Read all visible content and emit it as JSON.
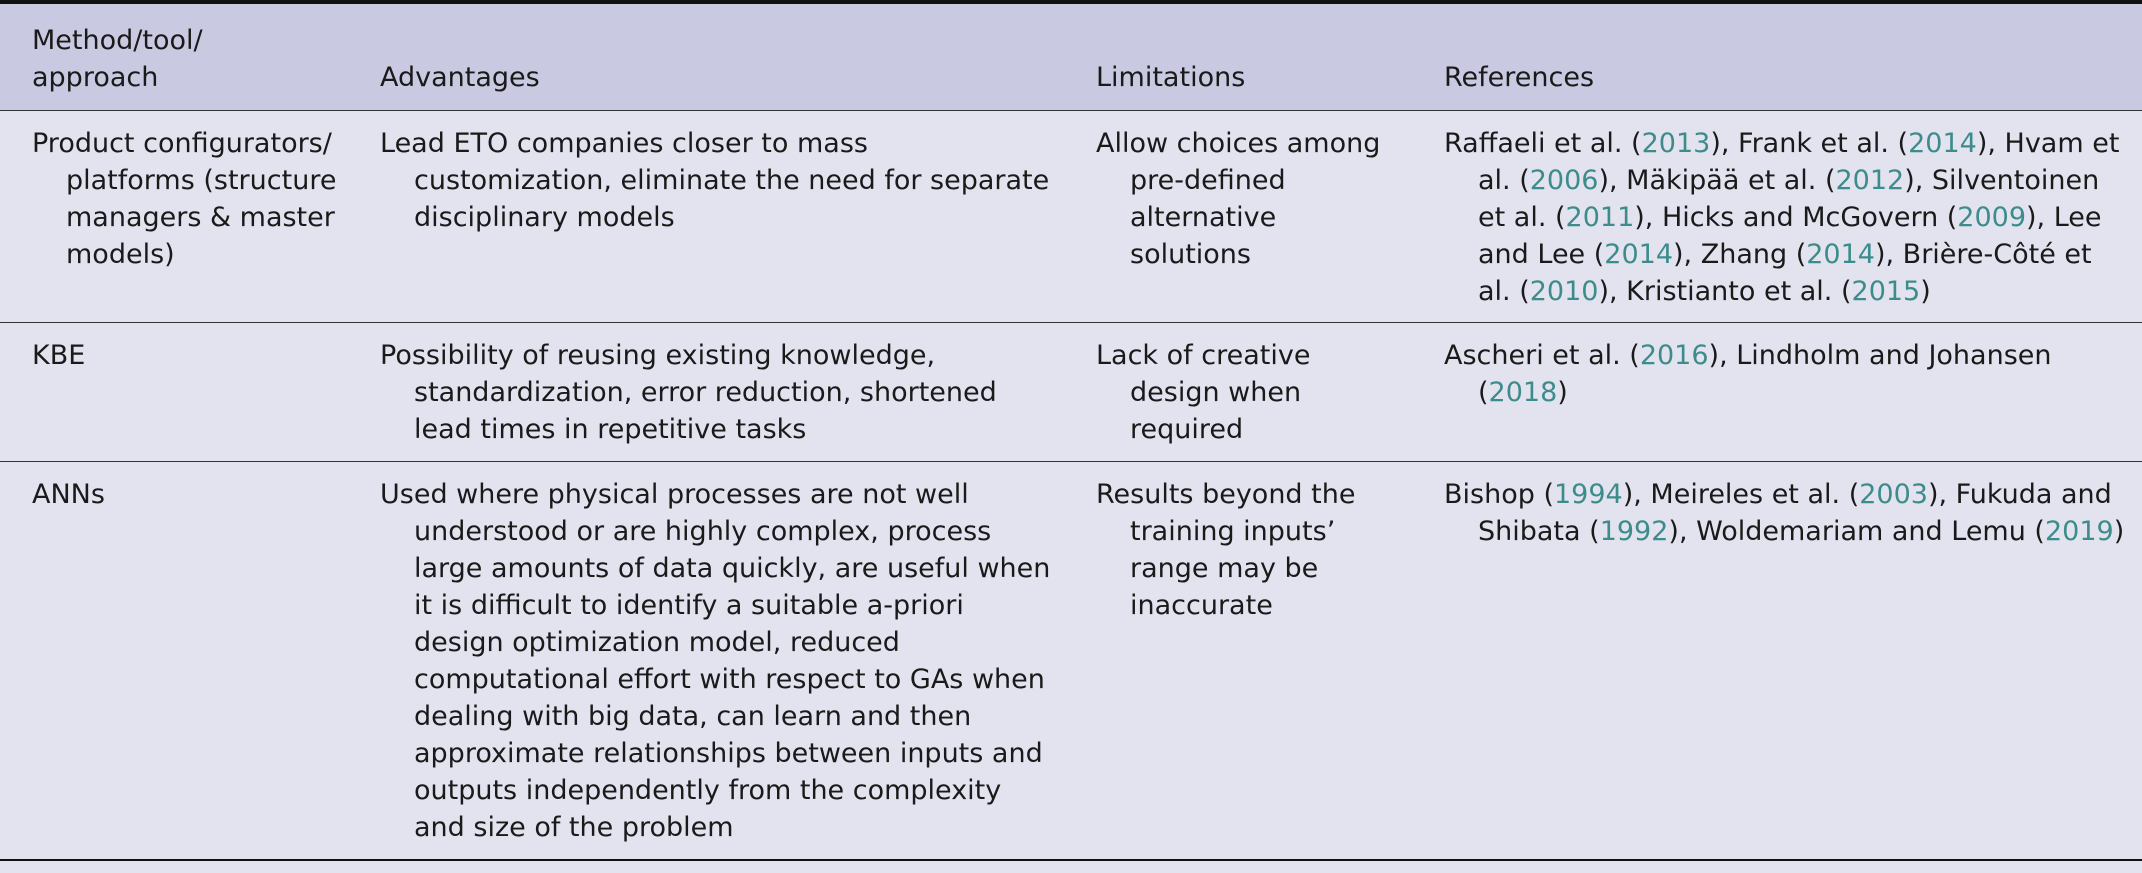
{
  "header": {
    "method": "Method/tool/\napproach",
    "advantages": "Advantages",
    "limitations": "Limitations",
    "references": "References"
  },
  "rows": [
    {
      "method": "Product configurators/ platforms (structure managers & master models)",
      "advantages": "Lead ETO companies closer to mass customization, eliminate the need for separate disciplinary models",
      "limitations": "Allow choices among pre-defined alternative solutions",
      "references": [
        {
          "pre": "Raffaeli et al. (",
          "year": "2013",
          "post": "), "
        },
        {
          "pre": "Frank et al. (",
          "year": "2014",
          "post": "), "
        },
        {
          "pre": "Hvam et al. (",
          "year": "2006",
          "post": "), "
        },
        {
          "pre": "Mäkipää et al. (",
          "year": "2012",
          "post": "), "
        },
        {
          "pre": "Silventoinen et al. (",
          "year": "2011",
          "post": "), "
        },
        {
          "pre": "Hicks and McGovern (",
          "year": "2009",
          "post": "), "
        },
        {
          "pre": "Lee and Lee (",
          "year": "2014",
          "post": "), "
        },
        {
          "pre": "Zhang (",
          "year": "2014",
          "post": "), "
        },
        {
          "pre": "Brière-Côté et al. (",
          "year": "2010",
          "post": "), "
        },
        {
          "pre": "Kristianto et al. (",
          "year": "2015",
          "post": ")"
        }
      ]
    },
    {
      "method": "KBE",
      "advantages": "Possibility of reusing existing knowledge, standardization, error reduction, shortened lead times in repetitive tasks",
      "limitations": "Lack of creative design when required",
      "references": [
        {
          "pre": "Ascheri et al. (",
          "year": "2016",
          "post": "), "
        },
        {
          "pre": "Lindholm and Johansen (",
          "year": "2018",
          "post": ")"
        }
      ]
    },
    {
      "method": "ANNs",
      "advantages": "Used where physical processes are not well understood or are highly complex, process large amounts of data quickly, are useful when it is difficult to identify a suitable a-priori design optimization model, reduced computational effort with respect to GAs when dealing with big data, can learn and then approximate relationships between inputs and outputs independently from the complexity and size of the problem",
      "limitations": "Results beyond the training inputs’ range may be inaccurate",
      "references": [
        {
          "pre": "Bishop (",
          "year": "1994",
          "post": "), "
        },
        {
          "pre": "Meireles et al. (",
          "year": "2003",
          "post": "), "
        },
        {
          "pre": "Fukuda and Shibata (",
          "year": "1992",
          "post": "), "
        },
        {
          "pre": "Woldemariam and Lemu (",
          "year": "2019",
          "post": ")"
        }
      ]
    }
  ],
  "colors": {
    "header_bg": "#c9c9e2",
    "body_bg": "#e3e3f0",
    "ref_year": "#3d8c8c"
  }
}
